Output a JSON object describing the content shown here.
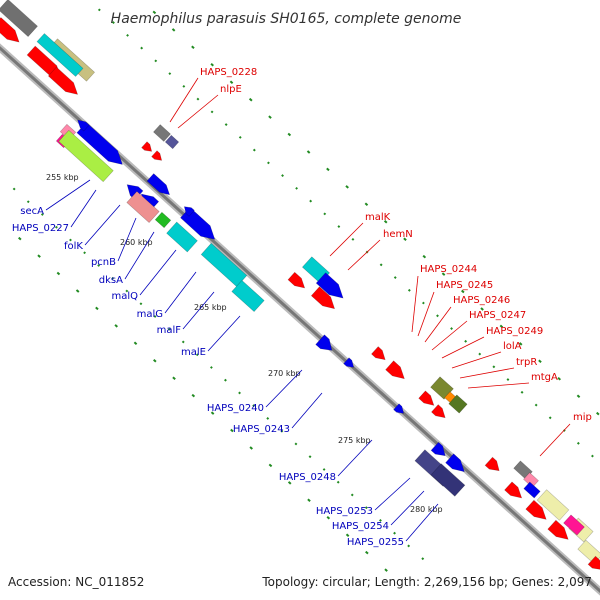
{
  "title": "Haemophilus parasuis SH0165, complete genome",
  "footer": {
    "accession": "Accession: NC_011852",
    "summary": "Topology: circular; Length: 2,269,156 bp; Genes: 2,097"
  },
  "colors": {
    "forward_label": "#dd0000",
    "reverse_label": "#0000bb",
    "backbone": "#888888",
    "gc_dots": "#228b22"
  },
  "ticks": [
    "255 kbp",
    "260 kbp",
    "265 kbp",
    "270 kbp",
    "275 kbp",
    "280 kbp"
  ],
  "forward_genes": [
    "HAPS_0228",
    "nlpE",
    "malK",
    "hemN",
    "HAPS_0244",
    "HAPS_0245",
    "HAPS_0246",
    "HAPS_0247",
    "HAPS_0249",
    "lolA",
    "trpR",
    "mtgA",
    "mip"
  ],
  "reverse_genes": [
    "secA",
    "HAPS_0227",
    "folK",
    "pcnB",
    "dksA",
    "malQ",
    "malG",
    "malF",
    "malE",
    "HAPS_0240",
    "HAPS_0243",
    "HAPS_0248",
    "HAPS_0253",
    "HAPS_0254",
    "HAPS_0255"
  ]
}
